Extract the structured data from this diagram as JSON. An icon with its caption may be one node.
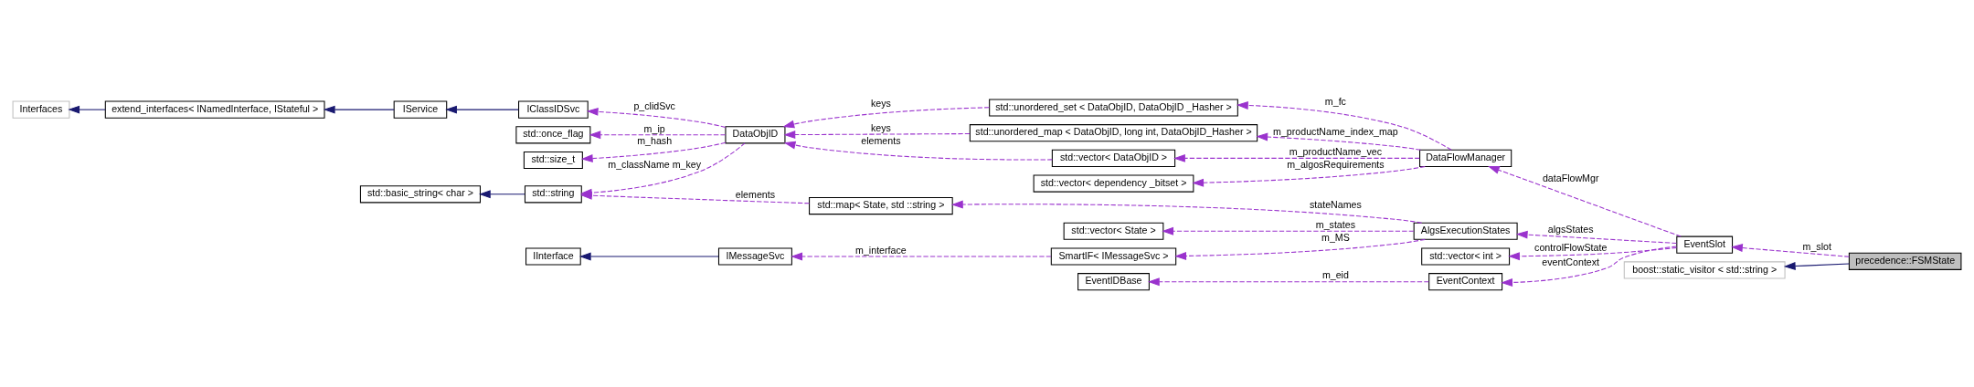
{
  "diagram": {
    "nodes": [
      {
        "text": [
          "Interfaces"
        ]
      },
      {
        "text": [
          "extend_interfaces< INamedInterface, IStateful >"
        ]
      },
      {
        "text": [
          "IService"
        ]
      },
      {
        "text": [
          "std::basic_string< char >"
        ]
      },
      {
        "text": [
          "IInterface"
        ]
      },
      {
        "text": [
          "std::once_flag"
        ]
      },
      {
        "text": [
          "IClassIDSvc"
        ]
      },
      {
        "text": [
          "std::size_t"
        ]
      },
      {
        "text": [
          "std::string"
        ]
      },
      {
        "text": [
          "IMessageSvc"
        ]
      },
      {
        "text": [
          "DataObjID"
        ]
      },
      {
        "text": [
          "std::map< State, std ::string >"
        ]
      },
      {
        "text": [
          "SmartIF< IMessageSvc >"
        ]
      },
      {
        "text": [
          "std::vector< State >"
        ]
      },
      {
        "text": [
          "std::vector< dependency _bitset >"
        ]
      },
      {
        "text": [
          "std::unordered_set < DataObjID, DataObjID _Hasher >"
        ]
      },
      {
        "text": [
          "std::unordered_map < DataObjID, long int, DataObjID_Hasher >"
        ]
      },
      {
        "text": [
          "std::vector< DataObjID >"
        ]
      },
      {
        "text": [
          "AlgsExecutionStates"
        ]
      },
      {
        "text": [
          "EventIDBase"
        ]
      },
      {
        "text": [
          "DataFlowManager"
        ]
      },
      {
        "text": [
          "std::vector< int >"
        ]
      },
      {
        "text": [
          "EventContext"
        ]
      },
      {
        "text": [
          "boost::static_visitor < std::string >"
        ]
      },
      {
        "text": [
          "EventSlot"
        ]
      },
      {
        "text": [
          "precedence::FSMState"
        ]
      }
    ],
    "edges": [
      {
        "from": 1,
        "to": 0,
        "arrow": "to",
        "color": "#191970"
      },
      {
        "from": 2,
        "to": 1,
        "arrow": "to",
        "color": "#191970"
      },
      {
        "from": 6,
        "to": 2,
        "arrow": "to",
        "color": "#191970"
      },
      {
        "from": 8,
        "to": 3,
        "arrow": "to",
        "color": "#191970"
      },
      {
        "from": 9,
        "to": 4,
        "arrow": "to",
        "color": "#191970"
      },
      {
        "from": 10,
        "to": 5,
        "arrow": "to",
        "label": "m_ip",
        "style": "dashed"
      },
      {
        "from": 10,
        "to": 6,
        "arrow": "to",
        "label": "p_clidSvc",
        "style": "dashed"
      },
      {
        "from": 10,
        "to": 7,
        "arrow": "to",
        "label": "m_hash",
        "style": "dashed"
      },
      {
        "from": 10,
        "to": 8,
        "arrow": "to",
        "label": "m_className m_key",
        "style": "dashed"
      },
      {
        "from": 11,
        "to": 8,
        "arrow": "to",
        "label": "elements",
        "style": "dashed"
      },
      {
        "from": 12,
        "to": 9,
        "arrow": "to",
        "label": "m_interface",
        "style": "dashed"
      },
      {
        "from": 15,
        "to": 10,
        "arrow": "to",
        "label": "keys",
        "style": "dashed"
      },
      {
        "from": 16,
        "to": 10,
        "arrow": "to",
        "label": "keys",
        "style": "dashed"
      },
      {
        "from": 17,
        "to": 10,
        "arrow": "to",
        "label": "elements",
        "style": "dashed"
      },
      {
        "from": 18,
        "to": 11,
        "arrow": "to",
        "label": "stateNames",
        "style": "dashed"
      },
      {
        "from": 18,
        "to": 12,
        "arrow": "to",
        "label": "m_MS",
        "style": "dashed"
      },
      {
        "from": 18,
        "to": 13,
        "arrow": "to",
        "label": "m_states",
        "style": "dashed"
      },
      {
        "from": 20,
        "to": 14,
        "arrow": "to",
        "label": "m_algosRequirements",
        "style": "dashed"
      },
      {
        "from": 20,
        "to": 15,
        "arrow": "to",
        "label": "m_fc",
        "style": "dashed"
      },
      {
        "from": 20,
        "to": 16,
        "arrow": "to",
        "label": "m_productName_index_map",
        "style": "dashed"
      },
      {
        "from": 20,
        "to": 17,
        "arrow": "to",
        "label": "m_productName_vec",
        "style": "dashed"
      },
      {
        "from": 22,
        "to": 19,
        "arrow": "to",
        "label": "m_eid",
        "style": "dashed"
      },
      {
        "from": 24,
        "to": 20,
        "arrow": "to",
        "label": "dataFlowMgr",
        "style": "dashed"
      },
      {
        "from": 24,
        "to": 18,
        "arrow": "to",
        "label": "algsStates",
        "style": "dashed"
      },
      {
        "from": 24,
        "to": 21,
        "arrow": "to",
        "label": "controlFlowState",
        "style": "dashed"
      },
      {
        "from": 24,
        "to": 22,
        "arrow": "to",
        "label": "eventContext",
        "style": "dashed"
      },
      {
        "from": 25,
        "to": 23,
        "arrow": "to",
        "color": "#191970"
      },
      {
        "from": 25,
        "to": 24,
        "arrow": "to",
        "label": "m_slot",
        "style": "dashed"
      }
    ]
  }
}
